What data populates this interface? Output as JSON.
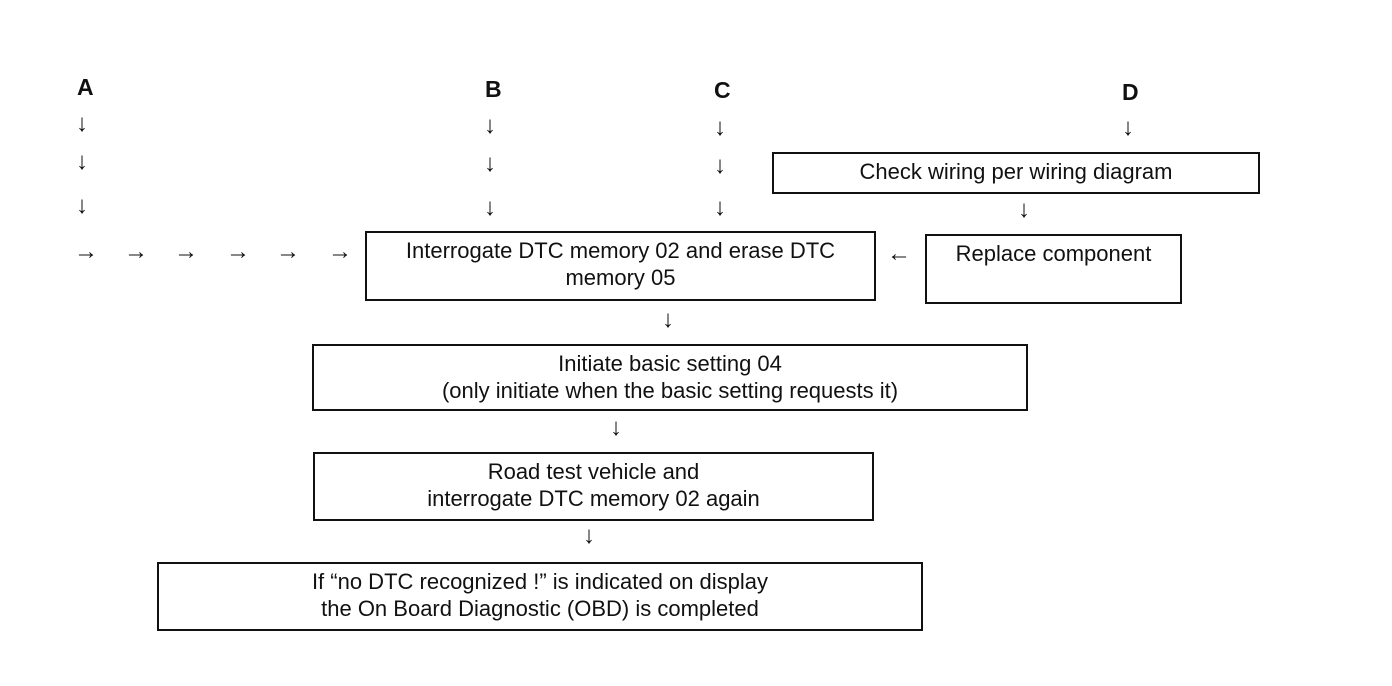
{
  "labels": {
    "a": "A",
    "b": "B",
    "c": "C",
    "d": "D"
  },
  "arrows": {
    "down": "↓",
    "right": "→",
    "left": "←"
  },
  "boxes": {
    "check_wiring": {
      "line1": "Check wiring per wiring diagram"
    },
    "replace_component": {
      "line1": "Replace component"
    },
    "interrogate_erase": {
      "line1": "Interrogate DTC memory 02 and erase DTC",
      "line2": "memory 05"
    },
    "basic_setting": {
      "line1": "Initiate basic setting 04",
      "line2": "(only initiate when the basic setting requests it)"
    },
    "road_test": {
      "line1": "Road test vehicle and",
      "line2": "interrogate DTC memory 02 again"
    },
    "obd_complete": {
      "line1": "If “no DTC recognized !” is indicated on display",
      "line2": "the On Board Diagnostic (OBD) is completed"
    }
  }
}
